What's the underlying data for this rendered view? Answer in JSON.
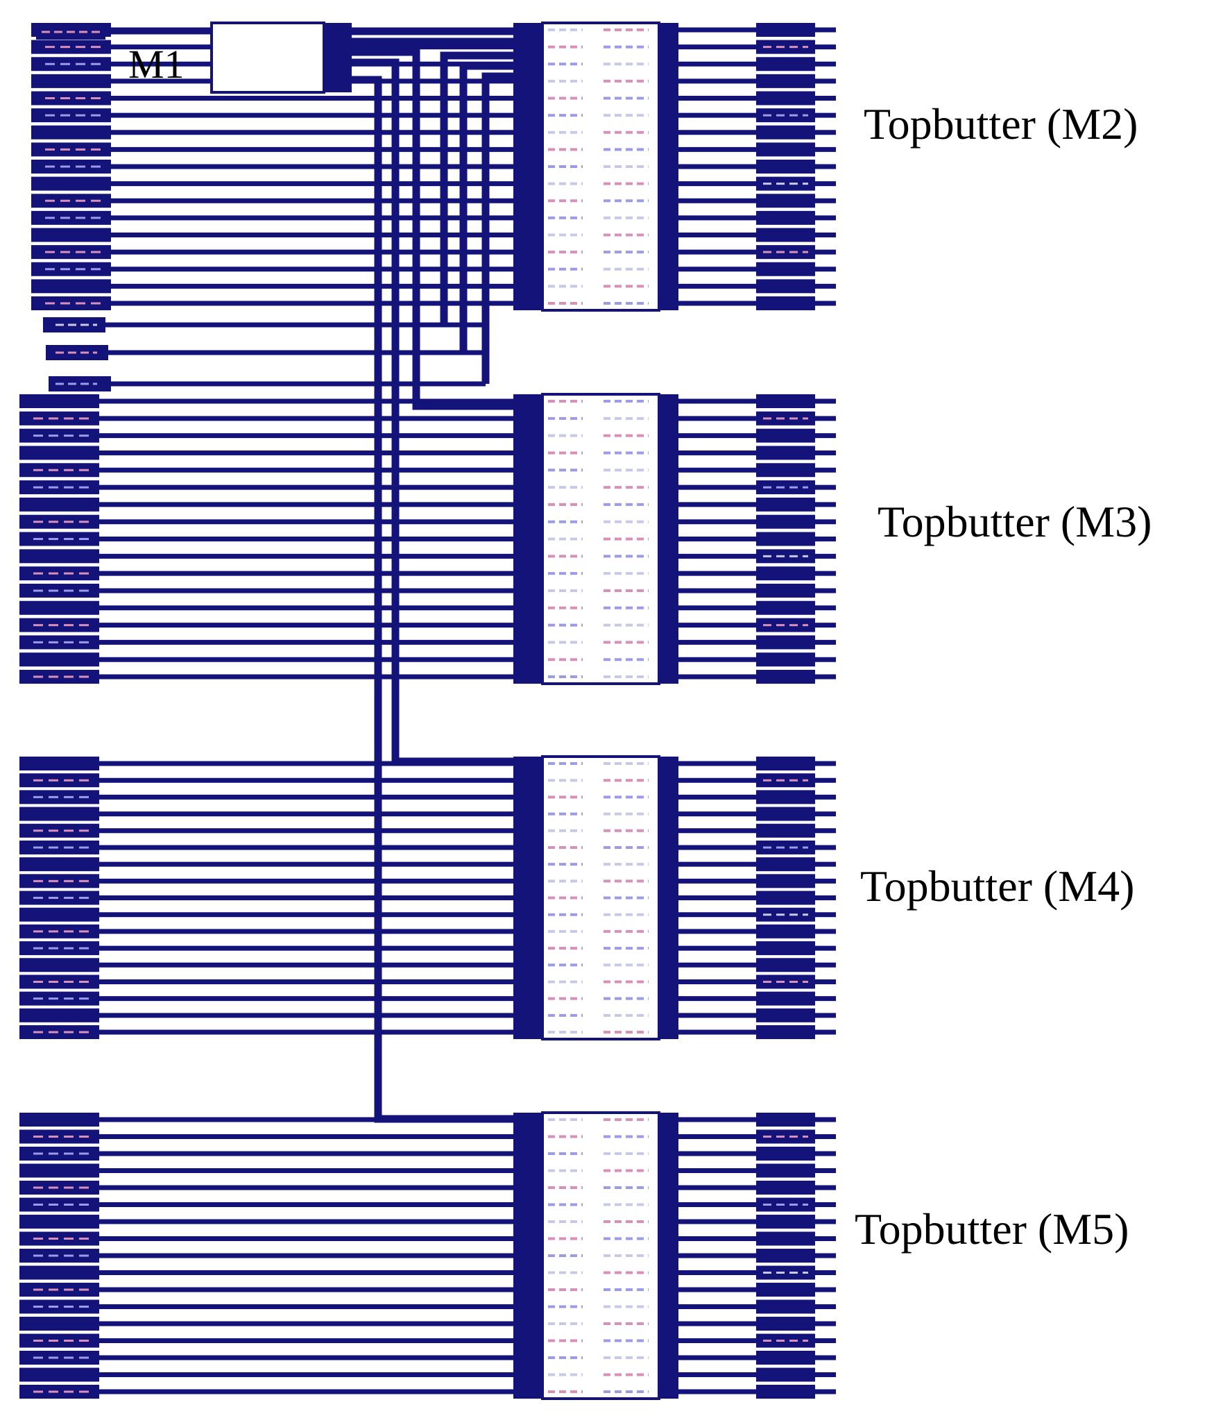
{
  "colors": {
    "wire": "#13137a",
    "pin_dash_light": "#c8c8e8",
    "pin_dash_pink": "#d890b8",
    "pin_dash_blue": "#9b9be8",
    "module_fill": "#ffffff",
    "label": "#000000"
  },
  "diagram": {
    "source_module": {
      "label": "M1"
    },
    "modules": [
      {
        "id": "M2",
        "label": "Topbutter (M2)"
      },
      {
        "id": "M3",
        "label": "Topbutter (M3)"
      },
      {
        "id": "M4",
        "label": "Topbutter (M4)"
      },
      {
        "id": "M5",
        "label": "Topbutter (M5)"
      }
    ]
  }
}
